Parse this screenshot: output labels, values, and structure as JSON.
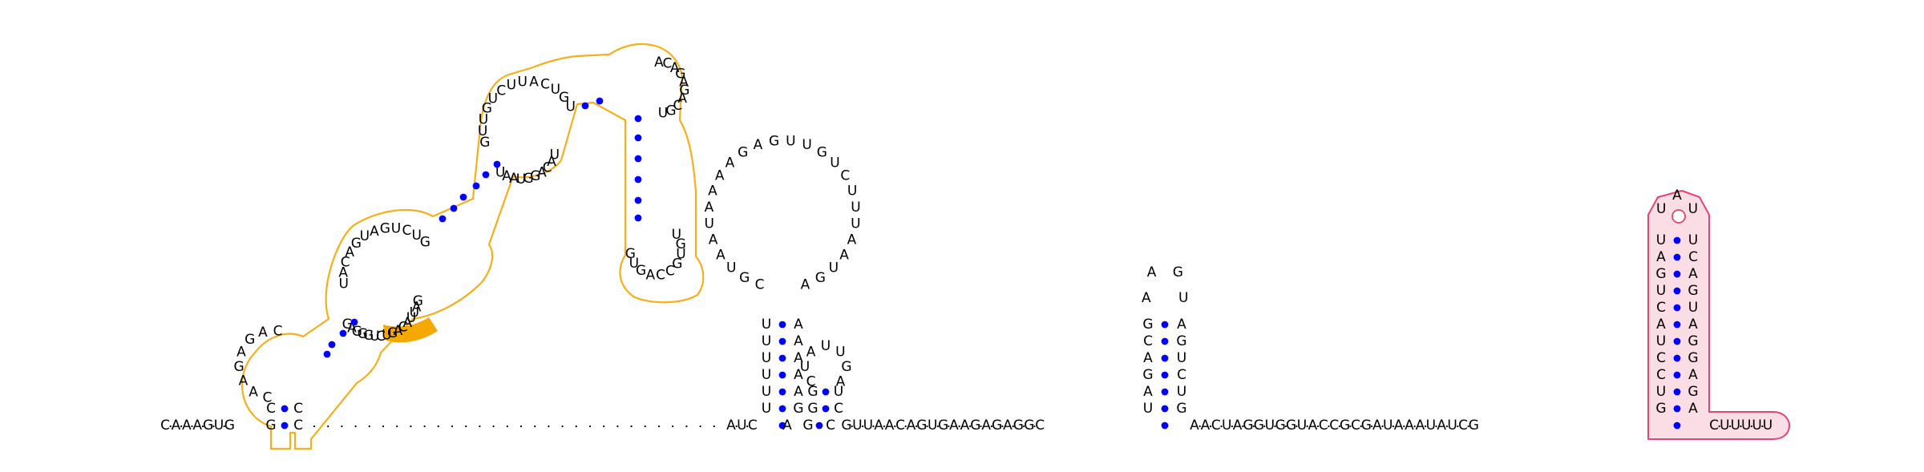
{
  "colors": {
    "text": "#000000",
    "base_pair": "#0000ff",
    "highlight_outline_1": "#f2b01e",
    "highlight_fill_1": "#ffffff",
    "highlight_solid_1": "#f5a800",
    "highlight_outline_2": "#e0457a",
    "highlight_fill_2": "#fbdde6"
  },
  "backbone_5prime": [
    "C",
    "A",
    "A",
    "A",
    "G",
    "U",
    "G",
    "C"
  ],
  "unstructured_gap_dots": 30,
  "stemloops": [
    {
      "name": "hairpin-1",
      "strand_5prime": [
        "C",
        "A",
        "A",
        "G",
        "A",
        "G",
        "A",
        "C",
        "U",
        "A",
        "C",
        "A",
        "G",
        "U",
        "A",
        "G",
        "U",
        "C",
        "U",
        "G",
        "G",
        "U",
        "U",
        "G",
        "U",
        "C",
        "U",
        "U",
        "A",
        "C",
        "U",
        "G",
        "U"
      ],
      "loop": [
        "A",
        "C",
        "A",
        "G",
        "A",
        "G",
        "A",
        "C",
        "G",
        "U",
        "U",
        "G",
        "U",
        "G",
        "C",
        "C",
        "A",
        "G",
        "U",
        "G",
        "U",
        "A",
        "C",
        "A",
        "G",
        "G",
        "U",
        "A",
        "A",
        "U",
        "G",
        "A",
        "U",
        "U",
        "A",
        "C",
        "A",
        "G",
        "U",
        "C",
        "U",
        "G",
        "G",
        "G",
        "A",
        "G"
      ]
    },
    {
      "name": "hairpin-2",
      "stem_5prime": [
        "U",
        "U",
        "U",
        "U",
        "U",
        "U"
      ],
      "stem_3prime": [
        "G",
        "A",
        "A",
        "A",
        "A",
        "A"
      ],
      "loop": [
        "C",
        "G",
        "U",
        "A",
        "A",
        "U",
        "A",
        "A",
        "A",
        "A",
        "G",
        "A",
        "G",
        "U",
        "U",
        "G",
        "U",
        "C",
        "U",
        "U",
        "U",
        "A",
        "A",
        "U",
        "G",
        "A"
      ]
    },
    {
      "name": "hairpin-3",
      "stem_5prime": [
        "G",
        "G"
      ],
      "stem_3prime": [
        "C",
        "U"
      ],
      "loop": [
        "C",
        "U",
        "A",
        "U",
        "U",
        "G",
        "A"
      ]
    },
    {
      "name": "hairpin-4",
      "stem_5prime": [
        "U",
        "A",
        "G",
        "A",
        "C",
        "G"
      ],
      "stem_3prime": [
        "G",
        "U",
        "C",
        "U",
        "G",
        "A"
      ],
      "loop": [
        "A",
        "A",
        "G",
        "U"
      ]
    },
    {
      "name": "hairpin-5",
      "stem_5prime": [
        "G",
        "U",
        "C",
        "C",
        "U",
        "A",
        "C",
        "U",
        "G",
        "A",
        "U"
      ],
      "stem_3prime": [
        "A",
        "G",
        "A",
        "G",
        "G",
        "A",
        "U",
        "G",
        "A",
        "C",
        "U"
      ],
      "loop": [
        "U",
        "A",
        "U"
      ]
    }
  ],
  "backbone_middle": [
    "A",
    "U",
    "C",
    "A",
    "G",
    "C",
    "G",
    "U",
    "U",
    "A",
    "A",
    "C",
    "A",
    "G",
    "U",
    "G",
    "A",
    "A",
    "G",
    "A",
    "G",
    "A",
    "G",
    "G",
    "C",
    "A",
    "A",
    "C",
    "U",
    "A",
    "G",
    "G",
    "U",
    "G",
    "G",
    "U",
    "A",
    "C",
    "C",
    "G",
    "C",
    "G",
    "A",
    "U",
    "A",
    "A",
    "A",
    "U",
    "A",
    "U",
    "C",
    "G"
  ],
  "backbone_3prime": [
    "C",
    "U",
    "U",
    "U",
    "U",
    "U"
  ]
}
